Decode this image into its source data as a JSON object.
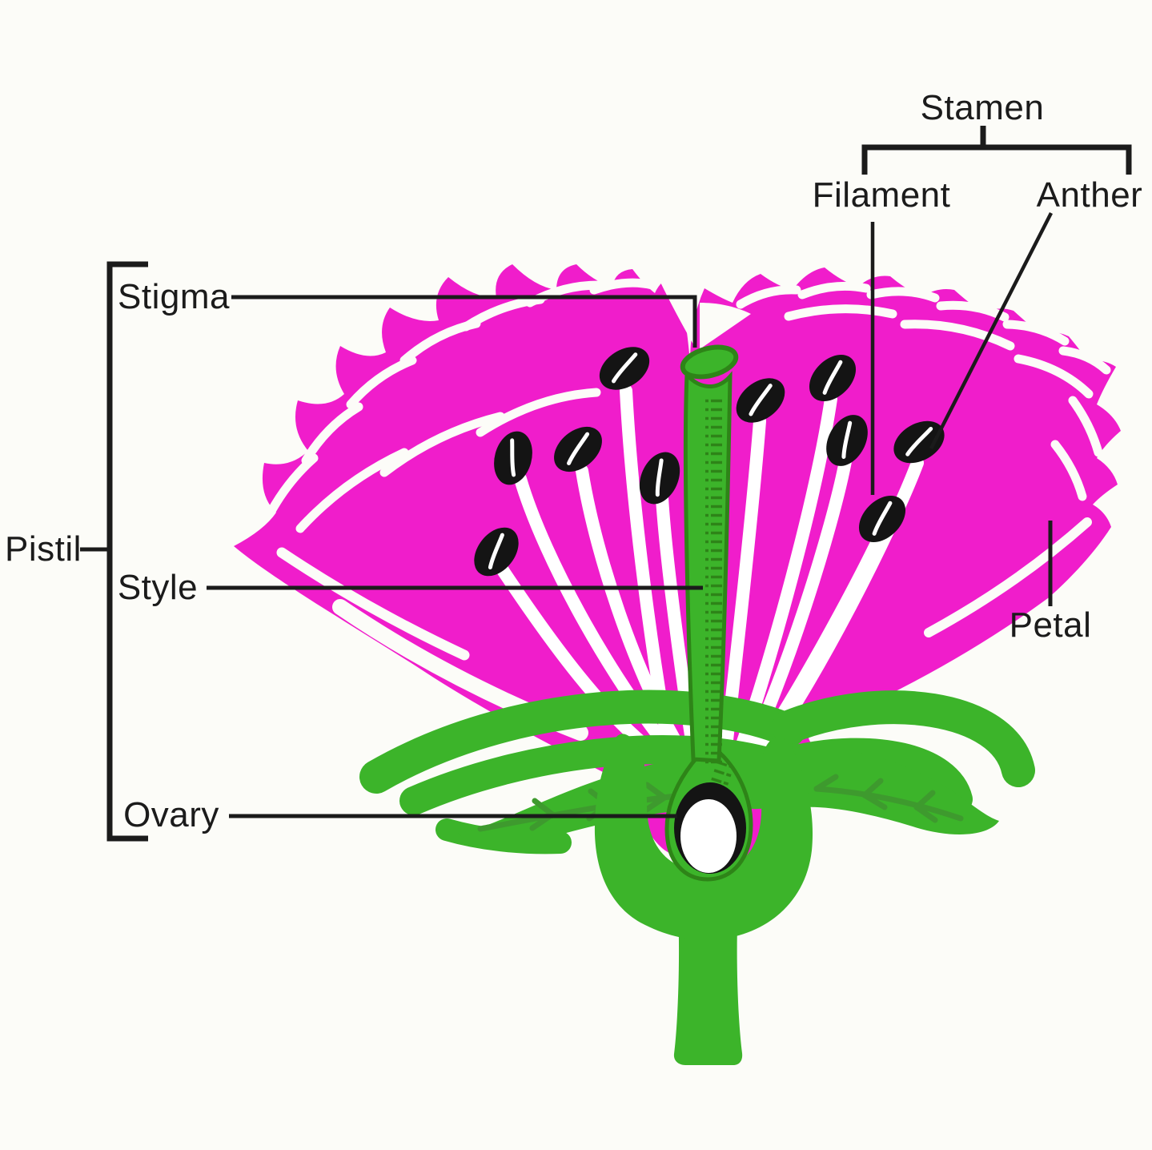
{
  "diagram": {
    "labels": {
      "stamen": "Stamen",
      "filament": "Filament",
      "anther": "Anther",
      "stigma": "Stigma",
      "pistil": "Pistil",
      "style": "Style",
      "ovary": "Ovary",
      "petal": "Petal"
    },
    "colors": {
      "petal_pink": "#F01DCB",
      "plant_green": "#3CB42A",
      "outline_green": "#2E8418",
      "vein_green": "#3E9A2E",
      "anther_black": "#141414",
      "ovule_white": "#FFFFFF",
      "line_black": "#1B1B1B",
      "text": "#1B1B1B",
      "background": "#FCFCF8"
    }
  }
}
